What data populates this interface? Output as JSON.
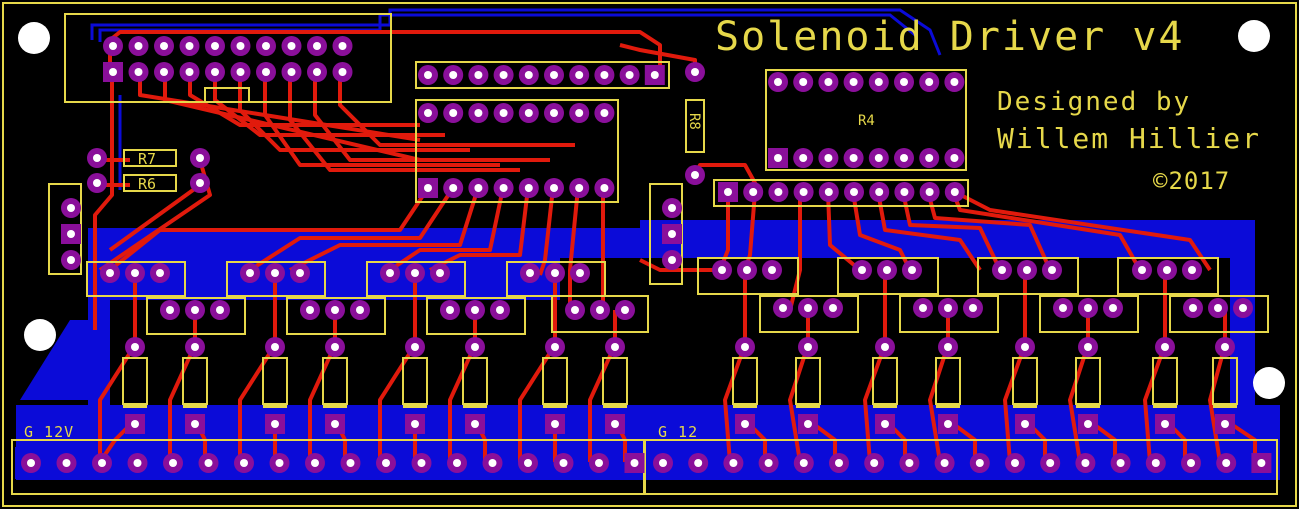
{
  "board": {
    "title": "Solenoid Driver v4",
    "designed_by": "Designed by",
    "author": "Willem Hillier",
    "copyright": "©2017"
  },
  "components": {
    "r7": "R7",
    "r6": "R6",
    "r8": "R8",
    "r4": "R4"
  },
  "connectors": {
    "left_label": "G 12V",
    "right_label": "G 12"
  },
  "colors": {
    "board": "#000000",
    "copper_bottom": "#0b0bd8",
    "copper_top": "#e11a0c",
    "silkscreen": "#e6d84a",
    "pad": "#8a0f9a"
  }
}
